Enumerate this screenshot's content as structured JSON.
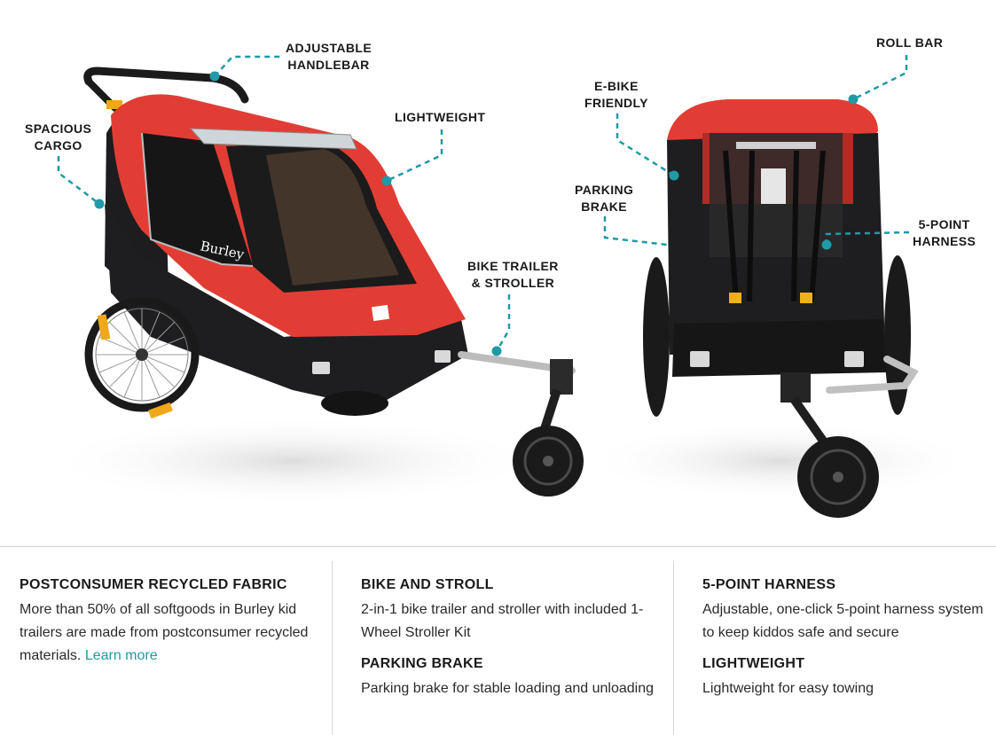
{
  "callouts": {
    "adjustable_handlebar": [
      "ADJUSTABLE",
      "HANDLEBAR"
    ],
    "spacious_cargo": [
      "SPACIOUS",
      "CARGO"
    ],
    "lightweight": [
      "LIGHTWEIGHT"
    ],
    "bike_trailer_stroller": [
      "BIKE TRAILER",
      "& STROLLER"
    ],
    "ebike_friendly": [
      "E-BIKE",
      "FRIENDLY"
    ],
    "roll_bar": [
      "ROLL BAR"
    ],
    "parking_brake": [
      "PARKING",
      "BRAKE"
    ],
    "five_point_harness": [
      "5-POINT",
      "HARNESS"
    ]
  },
  "brand_mark": "Burley",
  "colors": {
    "accent_teal": "#1f9aa6",
    "canopy_red": "#e23d35",
    "fabric_black": "#1d1d1f"
  },
  "features": {
    "col1": {
      "title": "POSTCONSUMER RECYCLED FABRIC",
      "body": "More than 50% of all softgoods in Burley kid trailers are made from postconsumer recycled materials.",
      "link": "Learn more"
    },
    "col2": [
      {
        "title": "BIKE AND STROLL",
        "body": "2-in-1 bike trailer and stroller with included 1-Wheel Stroller Kit"
      },
      {
        "title": "PARKING BRAKE",
        "body": "Parking brake for stable loading and unloading"
      }
    ],
    "col3": [
      {
        "title": "5-POINT HARNESS",
        "body": "Adjustable, one-click 5-point harness system to keep kiddos safe and secure"
      },
      {
        "title": "LIGHTWEIGHT",
        "body": "Lightweight for easy towing"
      }
    ]
  }
}
